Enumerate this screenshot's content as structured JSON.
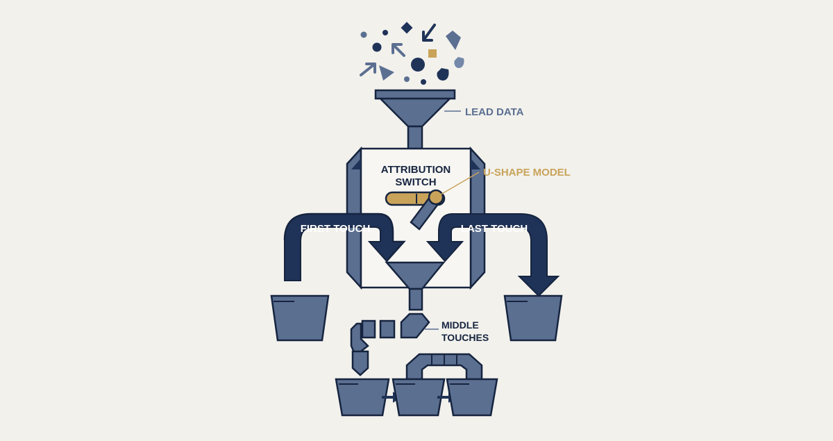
{
  "labels": {
    "lead_data": "LEAD DATA",
    "switch_line1": "ATTRIBUTION",
    "switch_line2": "SWITCH",
    "model": "U-SHAPE MODEL",
    "first_touch": "FIRST TOUCH",
    "last_touch": "LAST TOUCH",
    "middle_line1": "MIDDLE",
    "middle_line2": "TOUCHES"
  },
  "colors": {
    "background": "#f2f1ec",
    "navy": "#1f3358",
    "slate": "#5b6f91",
    "steel": "#7488a9",
    "gold": "#c9a35a",
    "ink": "#16243f",
    "paper": "#f7f6f2"
  },
  "icons": [
    "lead-particle-icon",
    "diamond-icon",
    "arrow-icon",
    "triangle-icon",
    "circle-icon",
    "drop-icon"
  ]
}
